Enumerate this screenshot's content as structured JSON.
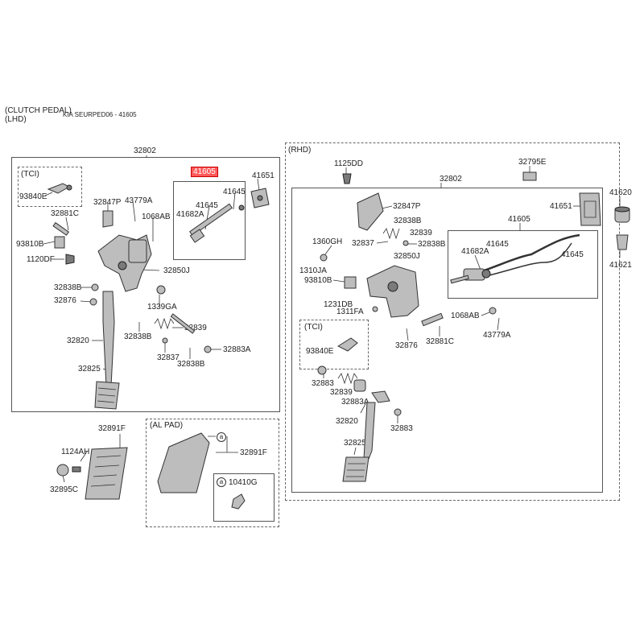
{
  "header": {
    "title": "(CLUTCH PEDAL)",
    "subtitle": "(LHD)",
    "source": "KIA SEURPED06 - 41605"
  },
  "colors": {
    "highlight": "#ff5a5a",
    "line": "#333333",
    "part_fill": "#bdbdbd"
  },
  "lhd": {
    "assembly": "32802",
    "highlighted_part": "41605",
    "tci_label": "(TCI)",
    "labels": [
      "93840E",
      "32847P",
      "43779A",
      "1068AB",
      "41682A",
      "41645",
      "41645",
      "41651",
      "32881C",
      "93810B",
      "1120DF",
      "32850J",
      "32838B",
      "1339GA",
      "32876",
      "32838B",
      "32839",
      "32820",
      "32837",
      "32838B",
      "32883A",
      "32825"
    ]
  },
  "rhd": {
    "title": "(RHD)",
    "assembly": "32802",
    "tci_label": "(TCI)",
    "labels": [
      "1125DD",
      "32795E",
      "32847P",
      "41651",
      "41620",
      "32838B",
      "41605",
      "32839",
      "1360GH",
      "32837",
      "32838B",
      "41645",
      "41682A",
      "41645",
      "41621",
      "32850J",
      "1310JA",
      "93810B",
      "1231DB",
      "1311FA",
      "1068AB",
      "43779A",
      "93840E",
      "32876",
      "32881C",
      "32883",
      "32839",
      "32883A",
      "32820",
      "32883",
      "32825"
    ]
  },
  "pad": {
    "labels": [
      "32891F",
      "1124AH",
      "32895C"
    ]
  },
  "al_pad": {
    "title": "(AL PAD)",
    "callout_a": "a",
    "labels": [
      "32891F",
      "10410G"
    ]
  }
}
